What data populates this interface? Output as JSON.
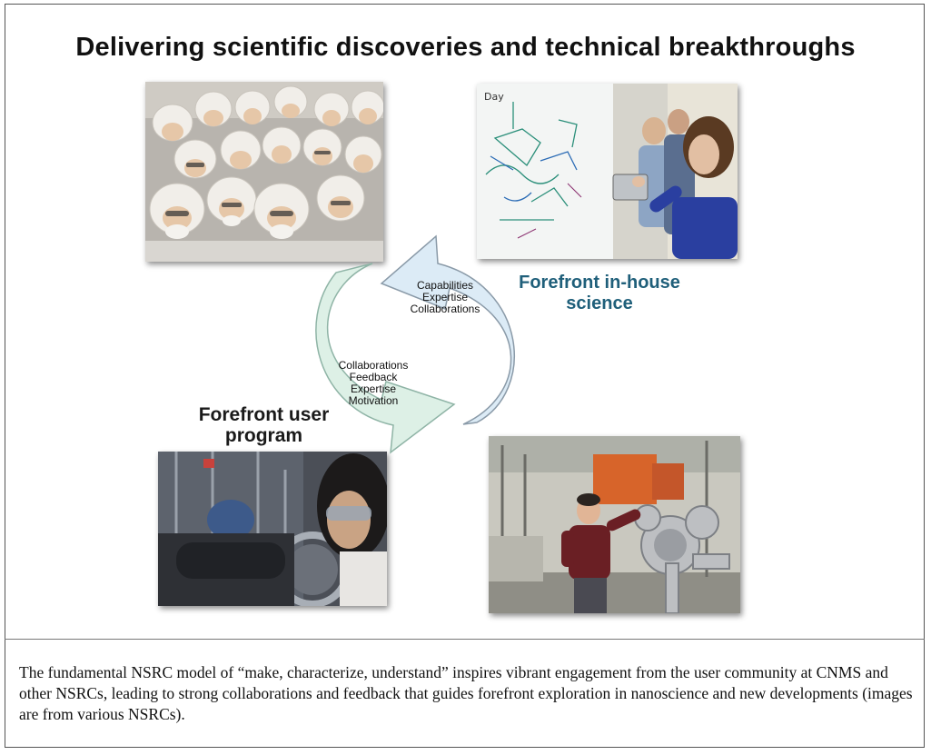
{
  "title": "Delivering scientific discoveries and technical breakthroughs",
  "photos": {
    "cleanroom": "photo-cleanroom-group",
    "whiteboard": "photo-whiteboard-scientists",
    "glovebox": "photo-glovebox-researcher",
    "vacuum": "photo-vacuum-chamber-researcher"
  },
  "cycle": {
    "blue_arrow": {
      "lines": [
        "Capabilities",
        "Expertise",
        "Collaborations"
      ],
      "color": "#dcebf6"
    },
    "green_arrow": {
      "lines": [
        "Collaborations",
        "Feedback",
        "Expertise",
        "Motivation"
      ],
      "color": "#ddf0e6"
    }
  },
  "labels": {
    "inhouse": [
      "Forefront in-house",
      "science"
    ],
    "user": [
      "Forefront user",
      "program"
    ]
  },
  "caption": "The fundamental NSRC model of “make, characterize, understand” inspires vibrant engagement from the user community at CNMS and other NSRCs, leading to strong collaborations and feedback that guides forefront exploration in nanoscience and new developments (images are from various NSRCs).",
  "colors": {
    "inhouse_label": "#1f5f7a",
    "arrow_outline": "#8a9aa8"
  }
}
